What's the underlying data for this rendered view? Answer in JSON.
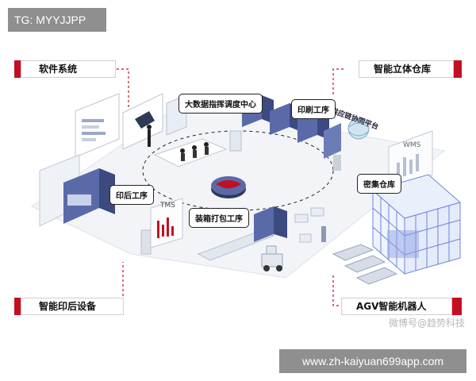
{
  "watermarks": {
    "top": "TG: MYYJJPP",
    "bottom": "www.zh-kaiyuan699app.com",
    "author": "微博号@趋势科技"
  },
  "sections": {
    "software": "软件系统",
    "warehouse": "智能立体仓库",
    "printing_equipment": "智能印后设备",
    "agv": "AGV智能机器人"
  },
  "callouts": {
    "big_data": "大数据指挥调度中心",
    "printing": "印刷工序",
    "post_press": "印后工序",
    "packaging": "装箱打包工序",
    "dense_storage": "密集仓库"
  },
  "labels": {
    "supply_chain": "供应链协同平台",
    "wms": "WMS",
    "tms": "TMS"
  },
  "colors": {
    "accent": "#c40f22",
    "machine_blue": "#5a6aa8",
    "shelf_blue": "#6f84d6",
    "floor": "#f2f4f8"
  }
}
